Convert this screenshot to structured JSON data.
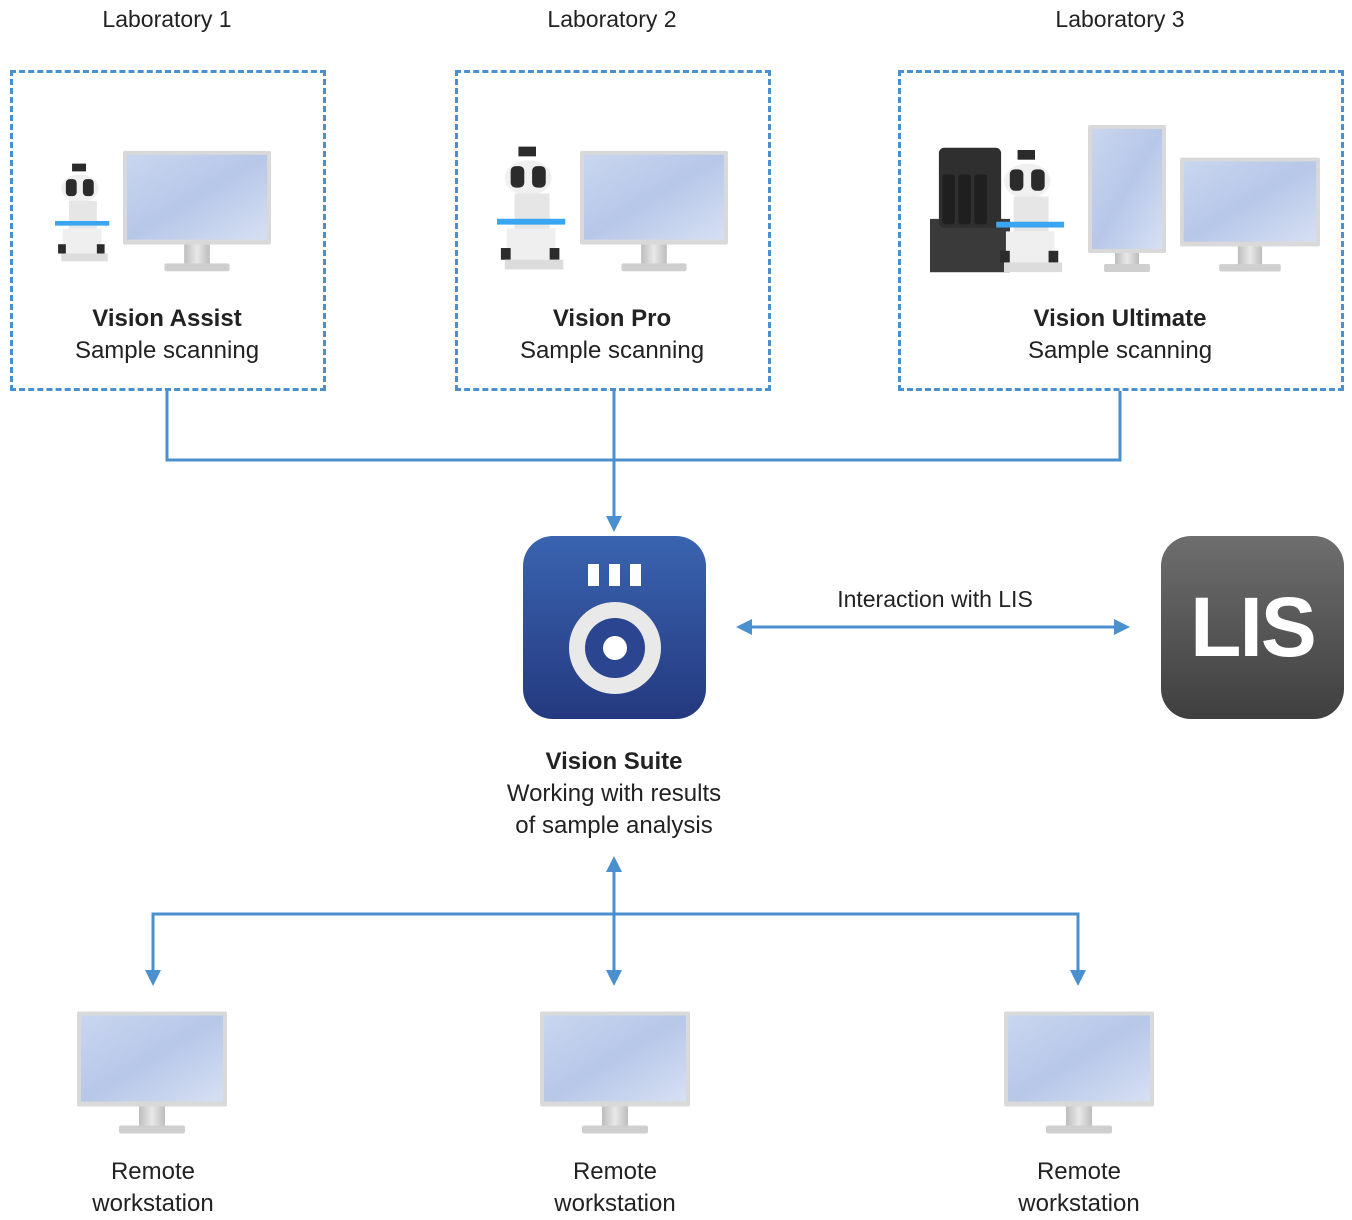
{
  "labs": [
    {
      "title": "Laboratory 1",
      "product": "Vision Assist",
      "task": "Sample scanning"
    },
    {
      "title": "Laboratory 2",
      "product": "Vision Pro",
      "task": "Sample scanning"
    },
    {
      "title": "Laboratory 3",
      "product": "Vision Ultimate",
      "task": "Sample scanning"
    }
  ],
  "suite": {
    "name": "Vision Suite",
    "desc_line1": "Working with results",
    "desc_line2": "of sample analysis"
  },
  "lis": {
    "label": "LIS",
    "interaction": "Interaction with LIS"
  },
  "workstations": [
    {
      "line1": "Remote",
      "line2": "workstation"
    },
    {
      "line1": "Remote",
      "line2": "workstation"
    },
    {
      "line1": "Remote",
      "line2": "workstation"
    }
  ],
  "colors": {
    "accent": "#4a90cf",
    "suite_top": "#3a64b0",
    "suite_bottom": "#24397f",
    "lis": "#555555"
  },
  "icons": [
    "microscope-icon",
    "monitor-icon",
    "scanner-icon",
    "vision-suite-app-icon",
    "lis-app-icon"
  ]
}
